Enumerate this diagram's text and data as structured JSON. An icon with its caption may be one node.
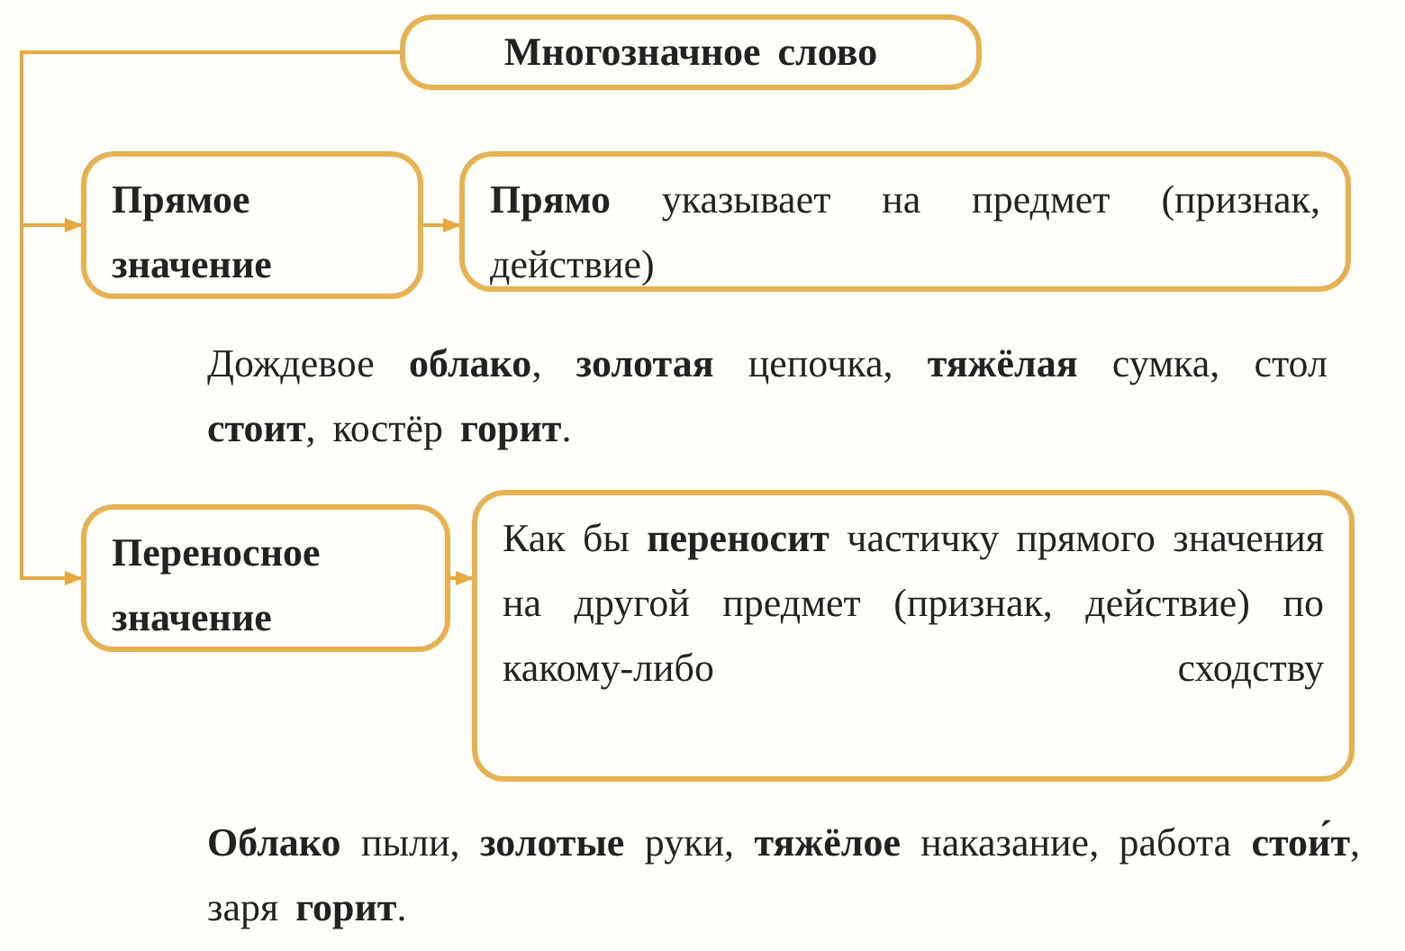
{
  "diagram": {
    "nodes": [
      {
        "text": [
          "Многозначное слово"
        ]
      },
      {
        "text": [
          "Прямое значение"
        ]
      },
      {
        "text": [
          "**Прямо** указывает на предмет (признак, действие)"
        ]
      },
      {
        "text": [
          "Переносное значение"
        ]
      },
      {
        "text": [
          "Как бы **переносит** частичку прямого значения на другой предмет (признак, действие) по какому-либо сходству"
        ]
      }
    ],
    "edges": [
      {
        "from": 0,
        "to": 1,
        "arrow": "to"
      },
      {
        "from": 0,
        "to": 3,
        "arrow": "to"
      },
      {
        "from": 1,
        "to": 2,
        "arrow": "to"
      },
      {
        "from": 3,
        "to": 4,
        "arrow": "to"
      }
    ],
    "labels": [
      "Дождевое **облако**, **золотая** цепочка, **тяжёлая** сумка, стол **стоит**, костёр **горит**.",
      "**Облако** пыли, **золотые** руки, **тяжёлое** наказание, работа **стои́т**, заря **горит**."
    ]
  }
}
